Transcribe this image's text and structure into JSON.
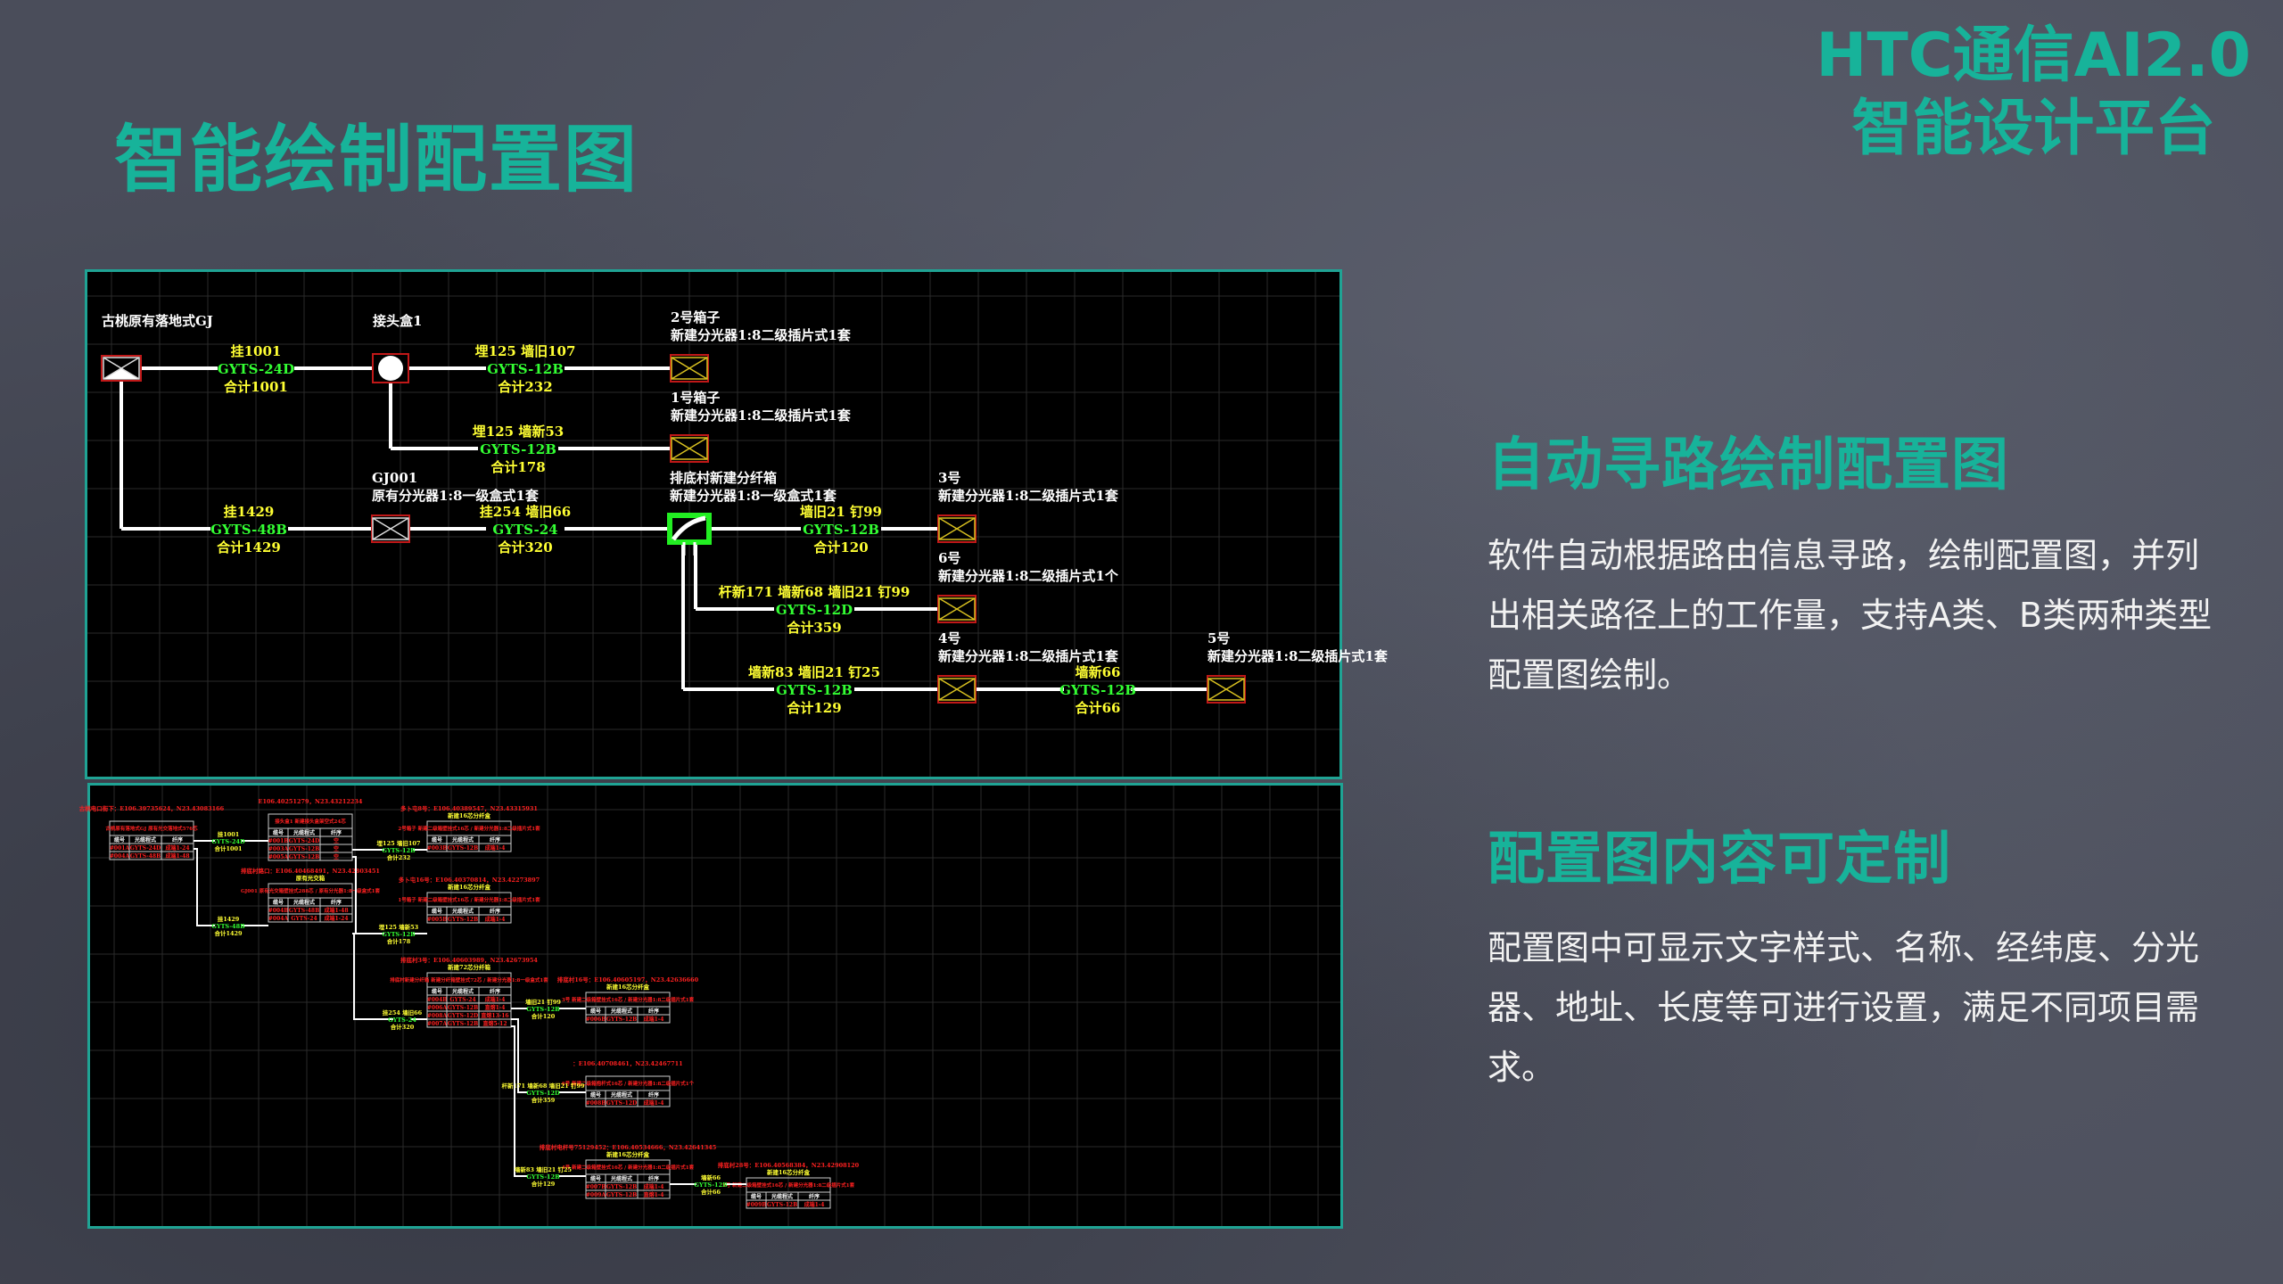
{
  "page_title": "智能绘制配置图",
  "brand": {
    "line1": "HTC通信AI2.0",
    "line2": "智能设计平台"
  },
  "sections": [
    {
      "title": "自动寻路绘制配置图",
      "body": "软件自动根据路由信息寻路，绘制配置图，并列出相关路径上的工作量，支持A类、B类两种类型配置图绘制。"
    },
    {
      "title": "配置图内容可定制",
      "body": "配置图中可显示文字样式、名称、经纬度、分光器、地址、长度等可进行设置，满足不同项目需求。"
    }
  ],
  "diagram_a": {
    "nodes": [
      {
        "id": "n0",
        "type": "source",
        "name": "古桃原有落地式GJ",
        "desc": ""
      },
      {
        "id": "n1",
        "type": "joint",
        "name": "接头盒1",
        "desc": ""
      },
      {
        "id": "n2",
        "type": "box",
        "name": "2号箱子",
        "desc": "新建分光器1:8二级插片式1套"
      },
      {
        "id": "n3",
        "type": "box",
        "name": "1号箱子",
        "desc": "新建分光器1:8二级插片式1套"
      },
      {
        "id": "n4",
        "type": "existing",
        "name": "GJ001",
        "desc": "原有分光器1:8一级盒式1套"
      },
      {
        "id": "n5",
        "type": "hub",
        "name": "排底村新建分纤箱",
        "desc": "新建分光器1:8一级盒式1套"
      },
      {
        "id": "n6",
        "type": "box",
        "name": "3号",
        "desc": "新建分光器1:8二级插片式1套"
      },
      {
        "id": "n7",
        "type": "box",
        "name": "6号",
        "desc": "新建分光器1:8二级插片式1个"
      },
      {
        "id": "n8",
        "type": "box",
        "name": "4号",
        "desc": "新建分光器1:8二级插片式1套"
      },
      {
        "id": "n9",
        "type": "box",
        "name": "5号",
        "desc": "新建分光器1:8二级插片式1套"
      }
    ],
    "links": [
      {
        "from": "n0",
        "to": "n1",
        "work": "挂1001",
        "cable": "GYTS-24D",
        "total": "合计1001"
      },
      {
        "from": "n1",
        "to": "n2",
        "work": "埋125   墙旧107",
        "cable": "GYTS-12B",
        "total": "合计232"
      },
      {
        "from": "n1",
        "to": "n3",
        "work": "埋125   墙新53",
        "cable": "GYTS-12B",
        "total": "合计178"
      },
      {
        "from": "n0",
        "to": "n4",
        "work": "挂1429",
        "cable": "GYTS-48B",
        "total": "合计1429"
      },
      {
        "from": "n4",
        "to": "n5",
        "work": "挂254   墙旧66",
        "cable": "GYTS-24",
        "total": "合计320"
      },
      {
        "from": "n5",
        "to": "n6",
        "work": "墙旧21   钉99",
        "cable": "GYTS-12B",
        "total": "合计120"
      },
      {
        "from": "n5",
        "to": "n7",
        "work": "杆新171   墙新68   墙旧21   钉99",
        "cable": "GYTS-12D",
        "total": "合计359"
      },
      {
        "from": "n5",
        "to": "n8",
        "work": "墙新83   墙旧21   钉25",
        "cable": "GYTS-12B",
        "total": "合计129"
      },
      {
        "from": "n8",
        "to": "n9",
        "work": "墙新66",
        "cable": "GYTS-12B",
        "total": "合计66"
      }
    ]
  },
  "diagram_b": {
    "table_headers": [
      "缆号",
      "光缆程式",
      "纤序"
    ],
    "boxes": [
      {
        "id": "b0",
        "coord": "古桃电口街下：E106.39735624，N23.43083166",
        "subtitle": "",
        "desc": "古桃原有落地式GJ  原有光交落地式576芯",
        "rows": [
          [
            "#001A",
            "GYTS-24D",
            "成端1-24"
          ],
          [
            "#004A",
            "GYTS-48B",
            "成端1-48"
          ]
        ]
      },
      {
        "id": "b1",
        "coord": "E106.40251279，N23.43212234",
        "subtitle": "",
        "desc": "接头盒1  新建接头盒架空式24芯",
        "rows": [
          [
            "#001B",
            "GYTS-24D",
            "空"
          ],
          [
            "#003A",
            "GYTS-12B",
            "空"
          ],
          [
            "#005A",
            "GYTS-12B",
            "空"
          ]
        ]
      },
      {
        "id": "b2",
        "coord": "多卜屯8号：E106.40389547，N23.43315931",
        "subtitle": "新建16芯分纤盒",
        "desc": "2号箱子  新建二级箱壁挂式16芯 / 新建分光器1:8二级插片式1套",
        "rows": [
          [
            "#003B",
            "GYTS-12B",
            "成端1-4"
          ]
        ]
      },
      {
        "id": "b3",
        "coord": "排底村路口：E106.40468491，N23.42803451",
        "subtitle": "原有光交箱",
        "desc": "GJ001  原有光交箱壁挂式288芯 / 原有分光器1:8一级盒式1套",
        "rows": [
          [
            "#004B",
            "GYTS-48B",
            "成端1-48"
          ],
          [
            "#004A",
            "GYTS-24",
            "成端1-24"
          ]
        ]
      },
      {
        "id": "b4",
        "coord": "多卜屯16号：E106.40370814，N23.42273897",
        "subtitle": "新建16芯分纤盒",
        "desc": "1号箱子  新建二级箱壁挂式16芯 / 新建分光器1:8二级插片式1套",
        "rows": [
          [
            "#005B",
            "GYTS-12B",
            "成端1-4"
          ]
        ]
      },
      {
        "id": "b5",
        "coord": "排底村3号：E106.40603989，N23.42673954",
        "subtitle": "新建72芯分纤箱",
        "desc": "排底村新建分纤箱  新建分纤箱壁挂式72芯 / 新建分光器1:8一级盒式1套",
        "rows": [
          [
            "#004B",
            "GYTS-24",
            "成端1-4"
          ],
          [
            "#006A",
            "GYTS-12B",
            "直熔1-4"
          ],
          [
            "#008A",
            "GYTS-12D",
            "直熔13-16"
          ],
          [
            "#007A",
            "GYTS-12B",
            "直熔5-12"
          ]
        ]
      },
      {
        "id": "b6",
        "coord": "排底村16号：E106.40605197，N23.42636660",
        "subtitle": "新建16芯分纤盒",
        "desc": "3号  新建二级箱壁挂式16芯 / 新建分光器1:8二级插片式1套",
        "rows": [
          [
            "#006B",
            "GYTS-12B",
            "成端1-4"
          ]
        ]
      },
      {
        "id": "b7",
        "coord": "：E106.40708461，N23.42467711",
        "subtitle": "",
        "desc": "6号  新建二级箱抱杆式16芯 / 新建分光器1:8二级插片式1个",
        "rows": [
          [
            "#008B",
            "GYTS-12D",
            "成端1-4"
          ]
        ]
      },
      {
        "id": "b8",
        "coord": "排底村电杆号75129452：E106.40534666，N23.42641345",
        "subtitle": "新建16芯分纤盒",
        "desc": "4号  新建二级箱壁挂式16芯 / 新建分光器1:8二级插片式1套",
        "rows": [
          [
            "#007B",
            "GYTS-12B",
            "成端1-4"
          ],
          [
            "#009A",
            "GYTS-12B",
            "直熔1-4"
          ]
        ]
      },
      {
        "id": "b9",
        "coord": "排底村28号：E106.40568384，N23.42908120",
        "subtitle": "新建16芯分纤盒",
        "desc": "5号  新建二级箱壁挂式16芯 / 新建分光器1:8二级插片式1套",
        "rows": [
          [
            "#009B",
            "GYTS-12B",
            "成端1-4"
          ]
        ]
      }
    ],
    "links": [
      {
        "work": "挂1001",
        "cable": "GYTS-24D",
        "total": "合计1001"
      },
      {
        "work": "挂1429",
        "cable": "GYTS-48B",
        "total": "合计1429"
      },
      {
        "work": "埋125   墙旧107",
        "cable": "GYTS-12B",
        "total": "合计232"
      },
      {
        "work": "埋125   墙新53",
        "cable": "GYTS-12B",
        "total": "合计178"
      },
      {
        "work": "挂254   墙旧66",
        "cable": "GYTS-24",
        "total": "合计320"
      },
      {
        "work": "墙旧21   钉99",
        "cable": "GYTS-12B",
        "total": "合计120"
      },
      {
        "work": "杆新171  墙新68  墙旧21  钉99",
        "cable": "GYTS-12D",
        "total": "合计359"
      },
      {
        "work": "墙新83   墙旧21   钉25",
        "cable": "GYTS-12B",
        "total": "合计129"
      },
      {
        "work": "墙新66",
        "cable": "GYTS-12B",
        "total": "合计66"
      }
    ]
  },
  "colors": {
    "accent": "#17b39a",
    "cad_bg": "#000000",
    "cad_line": "#ffffff",
    "cad_yellow": "#ffff33",
    "cad_green": "#33ff33",
    "cad_red": "#ff2020",
    "box_yellow": "#d8c020",
    "box_red": "#c01818"
  }
}
